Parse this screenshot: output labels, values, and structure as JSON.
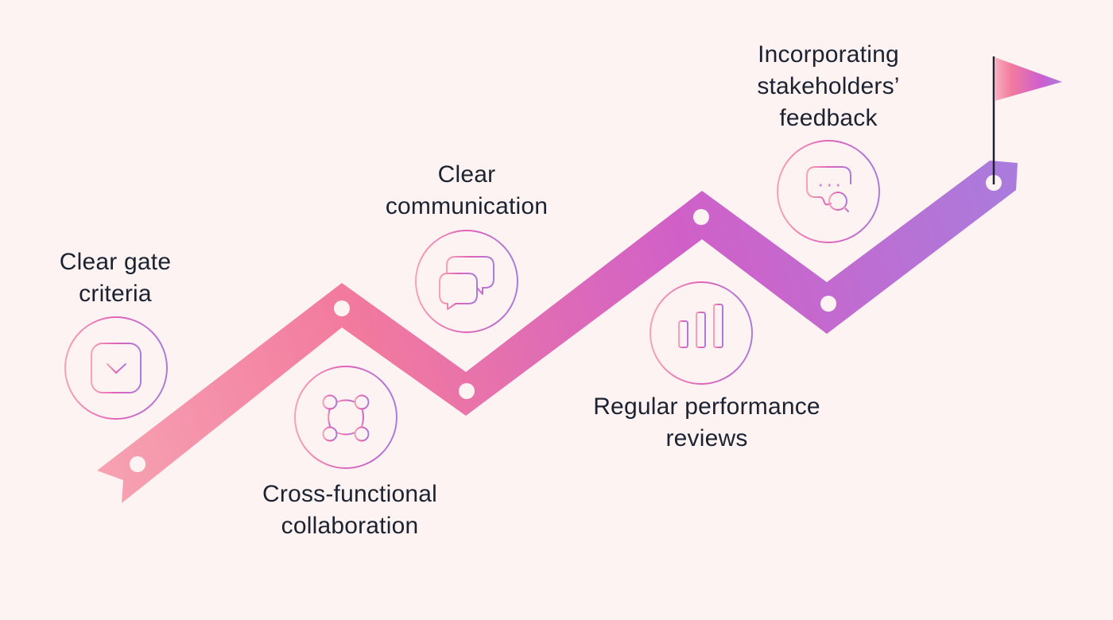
{
  "title": "Stage-gate success factors roadmap",
  "colors": {
    "background": "#FDF3F3",
    "text": "#1C2230",
    "ribbon_start": "#F7A3B3",
    "ribbon_mid1": "#F27A9E",
    "ribbon_mid2": "#D060C8",
    "ribbon_end": "#A97CDD",
    "flag_pole": "#1E2230",
    "dot": "#FDF3F3"
  },
  "steps": [
    {
      "id": "clear-gate-criteria",
      "lines": [
        "Clear gate",
        "criteria"
      ],
      "icon": "checkbox-chevron-icon"
    },
    {
      "id": "cross-functional-collaboration",
      "lines": [
        "Cross-functional",
        "collaboration"
      ],
      "icon": "team-circle-icon"
    },
    {
      "id": "clear-communication",
      "lines": [
        "Clear",
        "communication"
      ],
      "icon": "chat-bubbles-icon"
    },
    {
      "id": "regular-performance-reviews",
      "lines": [
        "Regular performance",
        "reviews"
      ],
      "icon": "bar-chart-icon"
    },
    {
      "id": "incorporating-stakeholders-feedback",
      "lines": [
        "Incorporating",
        "stakeholders’",
        "feedback"
      ],
      "icon": "chat-search-icon"
    }
  ],
  "goal": {
    "icon": "flag-icon"
  }
}
